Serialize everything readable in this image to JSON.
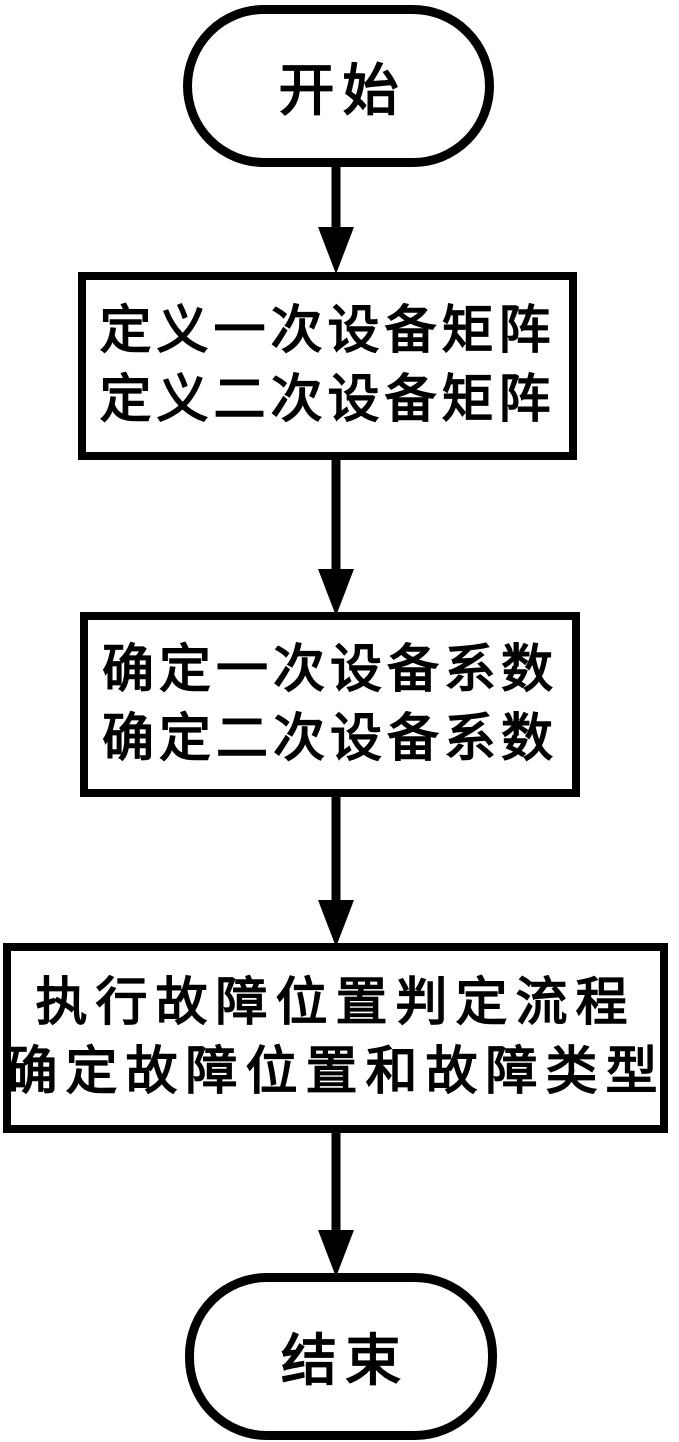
{
  "diagram": {
    "type": "flowchart",
    "colors": {
      "stroke": "#000000",
      "background": "#ffffff",
      "text": "#000000"
    }
  },
  "nodes": {
    "start": {
      "label": "开始"
    },
    "step1": {
      "line1": "定义一次设备矩阵",
      "line2": "定义二次设备矩阵"
    },
    "step2": {
      "line1": "确定一次设备系数",
      "line2": "确定二次设备系数"
    },
    "step3": {
      "line1": "执行故障位置判定流程",
      "line2": "确定故障位置和故障类型"
    },
    "end": {
      "label": "结束"
    }
  }
}
